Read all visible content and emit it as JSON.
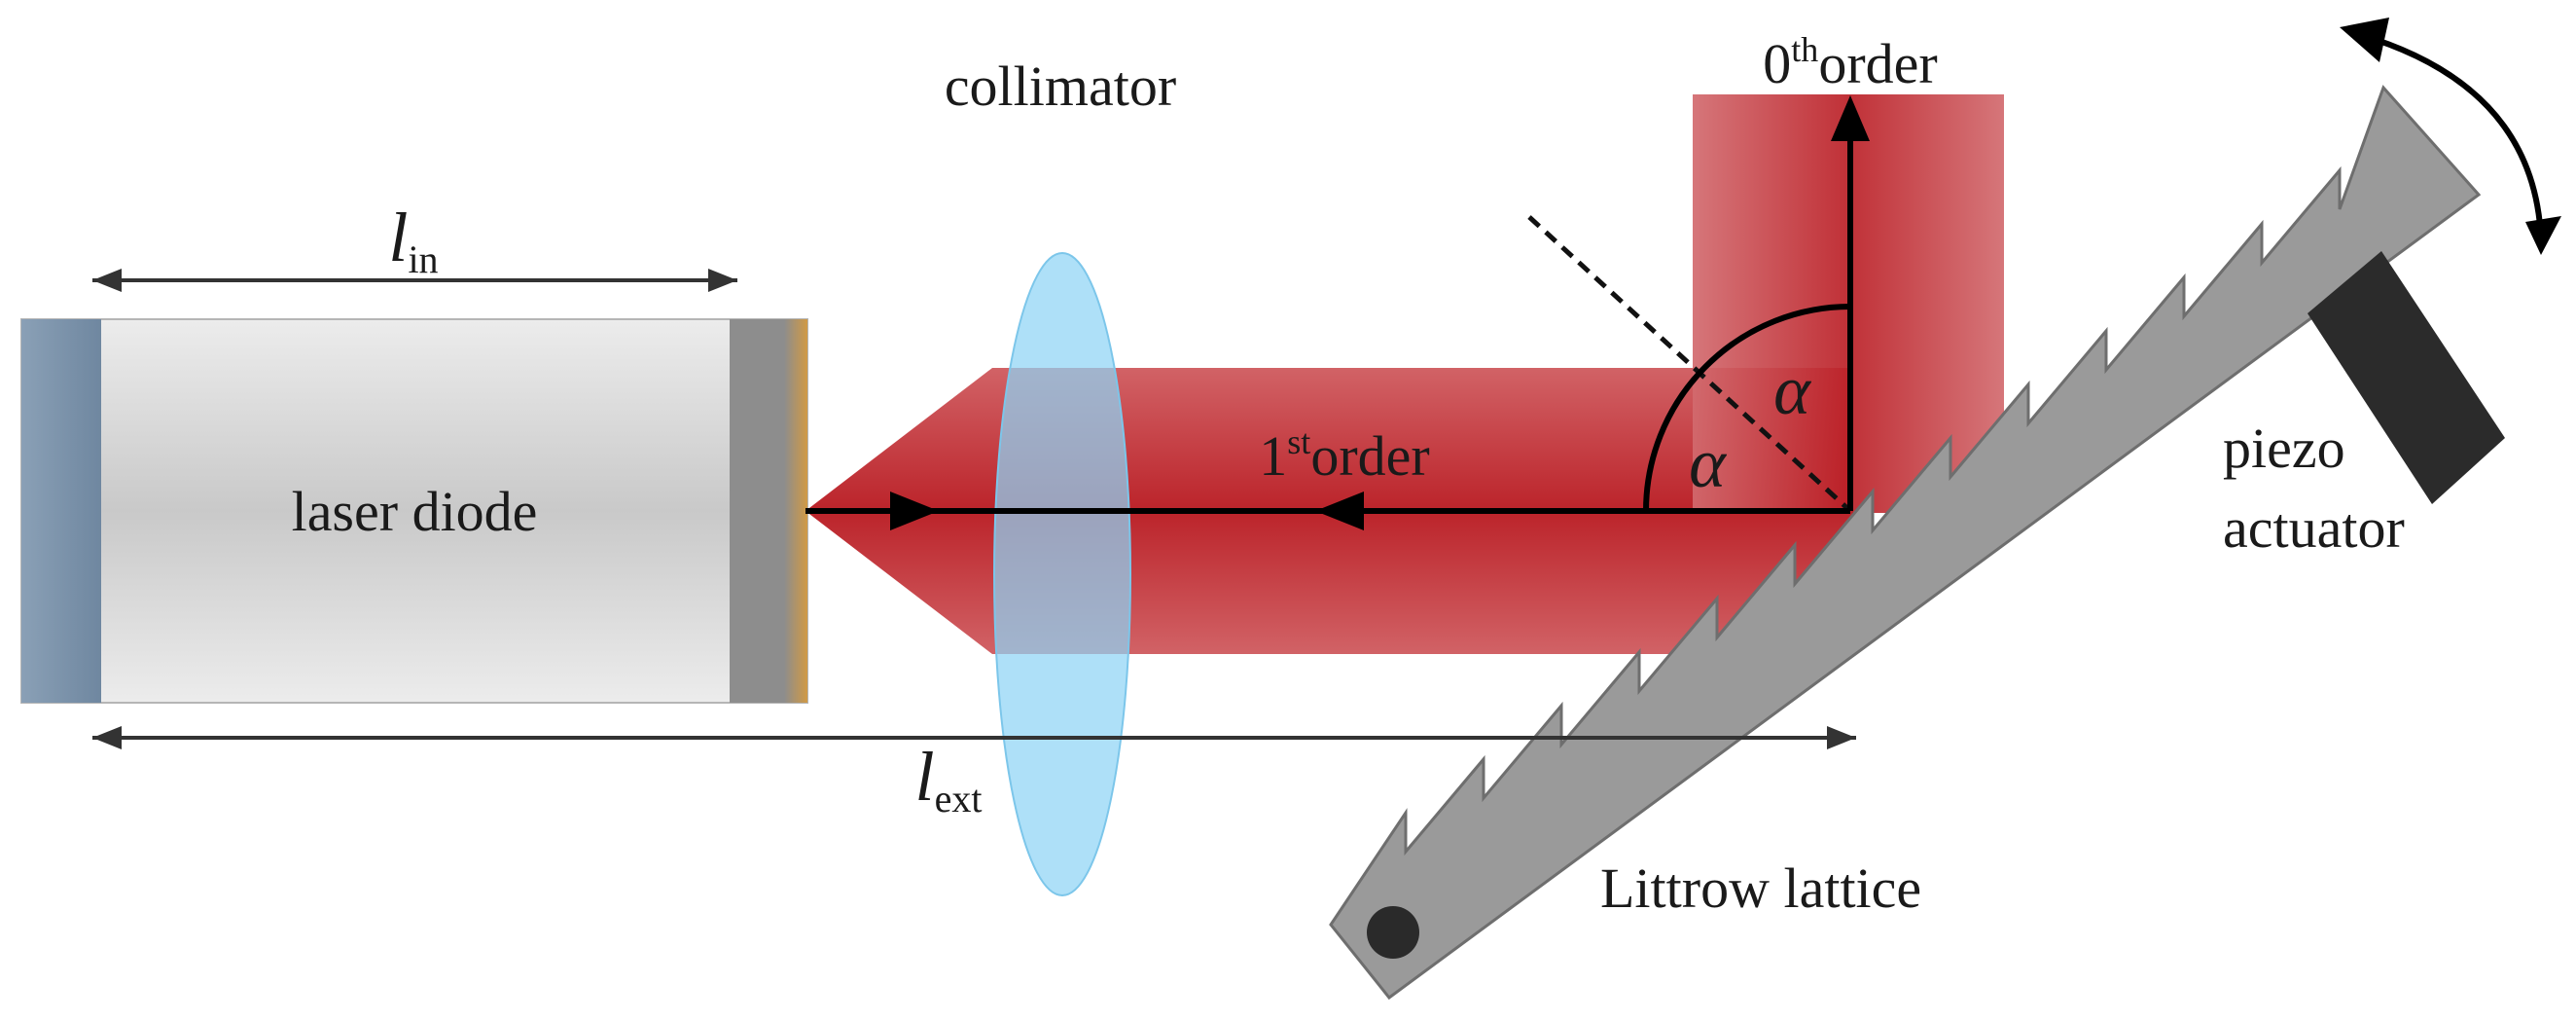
{
  "labels": {
    "collimator": "collimator",
    "zeroth_num": "0",
    "zeroth_sup": "th",
    "zeroth_word": "order",
    "first_num": "1",
    "first_sup": "st",
    "first_word": "order",
    "alpha": "α",
    "l_in_main": "l",
    "l_in_sub": "in",
    "l_ext_main": "l",
    "l_ext_sub": "ext",
    "laser_diode": "laser diode",
    "piezo_line1": "piezo",
    "piezo_line2": "actuator",
    "lattice": "Littrow lattice"
  },
  "colors": {
    "beam": "#c0282e",
    "lens": "#8fd4f5",
    "grating": "#9a9a9a",
    "piezo": "#2b2b2b",
    "diode_body": "#d9d9d9",
    "diode_left_facet": "#7d95ad",
    "diode_right_facet": "#c79a52"
  }
}
